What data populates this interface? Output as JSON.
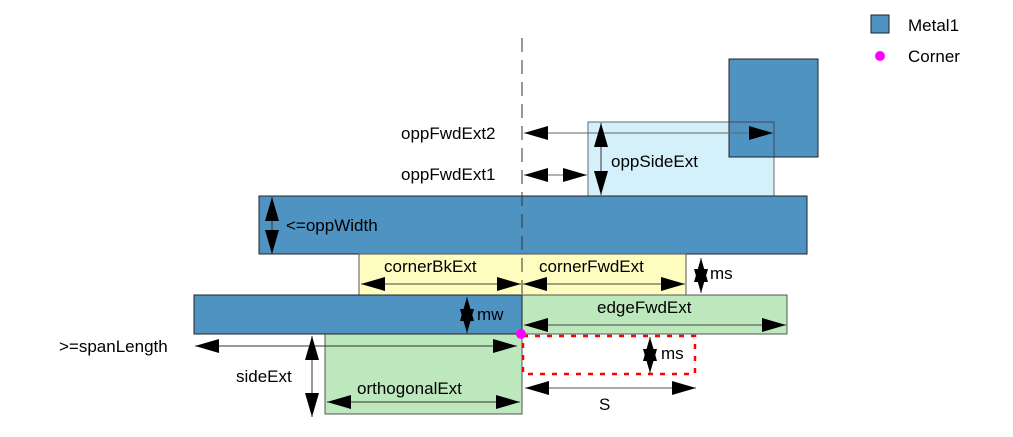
{
  "legend": {
    "items": [
      {
        "label": "Metal1",
        "kind": "square",
        "color": "#4f93c3"
      },
      {
        "label": "Corner",
        "kind": "dot",
        "color": "#ff00ff"
      }
    ]
  },
  "colors": {
    "metal1": "#4f93c3",
    "opp_side_region": "#d4f0fb",
    "corner_ext_region": "#fefcbf",
    "fwd_ext_region": "#bde7bd",
    "corner_marker": "#ff00ff",
    "spacing_box": "#ff0000"
  },
  "labels": {
    "opp_fwd_ext2": "oppFwdExt2",
    "opp_fwd_ext1": "oppFwdExt1",
    "opp_side_ext": "oppSideExt",
    "opp_width": "<=oppWidth",
    "corner_bk_ext": "cornerBkExt",
    "corner_fwd_ext": "cornerFwdExt",
    "ms_top": "ms",
    "mw": "mw",
    "edge_fwd_ext": "edgeFwdExt",
    "span_length": ">=spanLength",
    "ms_bottom": "ms",
    "side_ext": "sideExt",
    "orthogonal_ext": "orthogonalExt",
    "spacing": "S"
  }
}
